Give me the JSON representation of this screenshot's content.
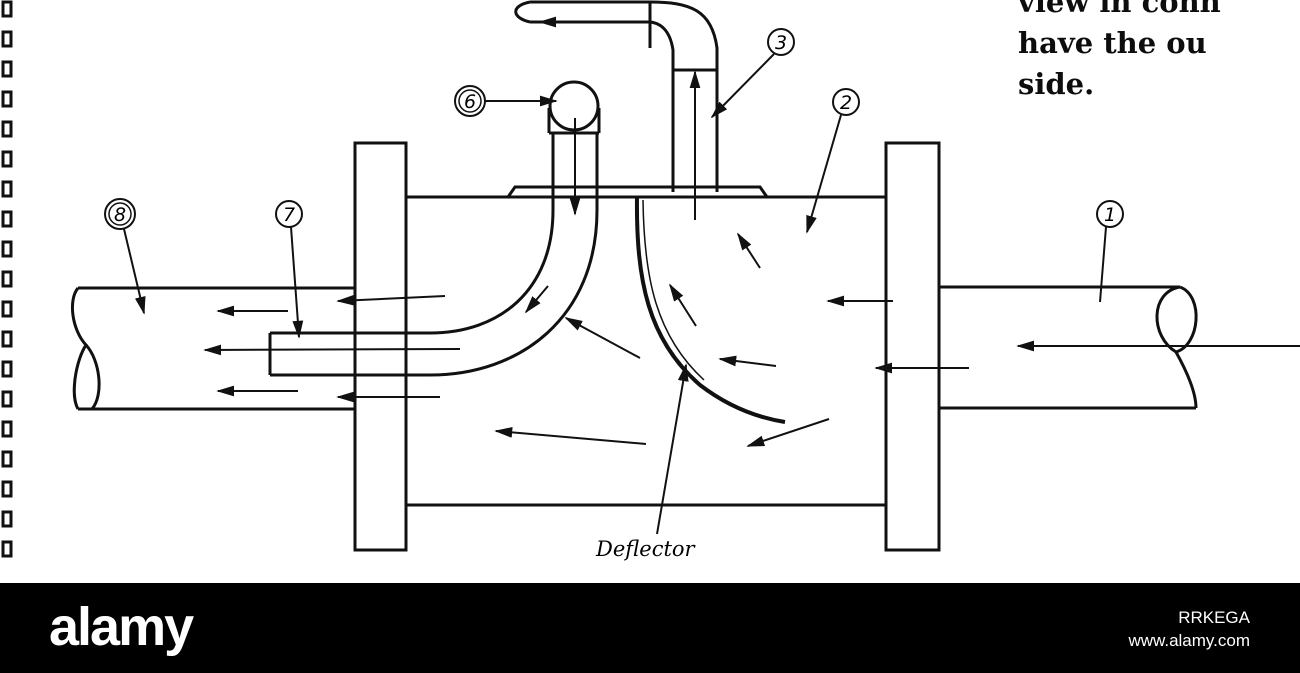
{
  "side_text": {
    "line1": "view in conn",
    "line2": "have the ou",
    "line3": "side."
  },
  "labels": {
    "one": "1",
    "two": "2",
    "three": "3",
    "six": "6",
    "seven": "7",
    "eight": "8",
    "deflector": "Deflector"
  },
  "footer": {
    "brand": "alamy",
    "image_code": "RRKEGA",
    "url": "www.alamy.com"
  },
  "colors": {
    "ink": "#111111",
    "footer_bg": "#000000",
    "footer_text": "#ffffff"
  }
}
